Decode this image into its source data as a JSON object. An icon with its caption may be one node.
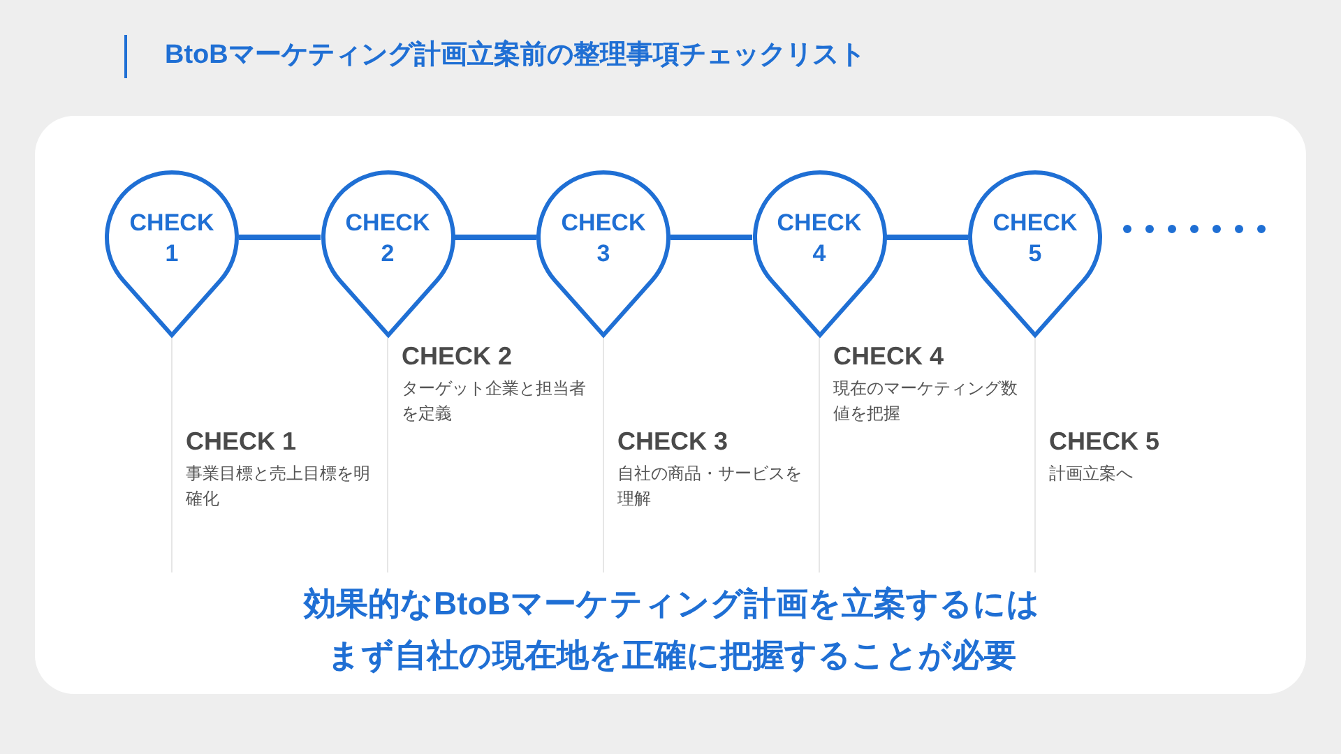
{
  "diagram": {
    "title": "BtoBマーケティング計画立案前の整理事項チェックリスト",
    "caption": "効果的なBtoBマーケティング計画を立案するにはまず自社の現在地を正確に把握することが必要",
    "nodes": [
      {
        "text": [
          "CHECK 1"
        ],
        "beside": [
          "CHECK 1",
          "事業目標と売上目標を明確化"
        ]
      },
      {
        "text": [
          "CHECK 2"
        ],
        "beside": [
          "CHECK 2",
          "ターゲット企業と担当者を定義"
        ]
      },
      {
        "text": [
          "CHECK 3"
        ],
        "beside": [
          "CHECK 3",
          "自社の商品・サービスを理解"
        ]
      },
      {
        "text": [
          "CHECK 4"
        ],
        "beside": [
          "CHECK 4",
          "現在のマーケティング数値を把握"
        ]
      },
      {
        "text": [
          "CHECK 5"
        ],
        "beside": [
          "CHECK 5",
          "計画立案へ"
        ]
      }
    ],
    "edges": [
      {
        "from": 0,
        "to": 1,
        "arrow": "none"
      },
      {
        "from": 1,
        "to": 2,
        "arrow": "none"
      },
      {
        "from": 2,
        "to": 3,
        "arrow": "none"
      },
      {
        "from": 3,
        "to": 4,
        "arrow": "none"
      },
      {
        "from": 4,
        "to": null,
        "arrow": "none",
        "style": "dashed"
      }
    ]
  }
}
